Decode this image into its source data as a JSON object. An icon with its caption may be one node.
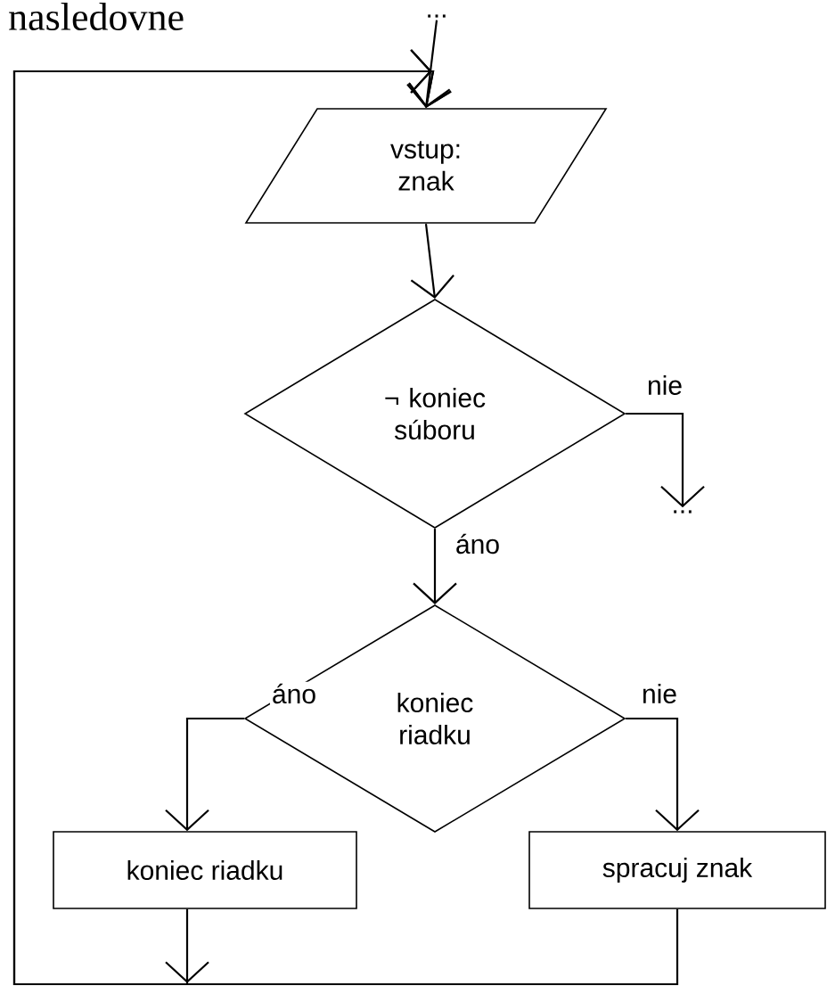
{
  "diagram": {
    "nodes": [
      {
        "text": [
          "..."
        ]
      },
      {
        "text": [
          "vstup: znak"
        ]
      },
      {
        "text": [
          "¬ koniec súboru"
        ]
      },
      {
        "text": [
          "..."
        ]
      },
      {
        "text": [
          "koniec riadku"
        ]
      },
      {
        "text": [
          "koniec riadku"
        ]
      },
      {
        "text": [
          "spracuj znak"
        ]
      }
    ],
    "edges": [
      {
        "from": 0,
        "to": 1,
        "arrow": "to"
      },
      {
        "from": 1,
        "to": 2,
        "arrow": "to"
      },
      {
        "from": 2,
        "to": 3,
        "arrow": "to",
        "label": "nie"
      },
      {
        "from": 2,
        "to": 4,
        "arrow": "to",
        "label": "áno"
      },
      {
        "from": 4,
        "to": 5,
        "arrow": "to",
        "label": "áno"
      },
      {
        "from": 4,
        "to": 6,
        "arrow": "to",
        "label": "nie"
      },
      {
        "from": 5,
        "to": 1,
        "arrow": "to"
      },
      {
        "from": 6,
        "to": 1,
        "arrow": "to"
      }
    ],
    "labels": [
      "nasledovne"
    ]
  }
}
